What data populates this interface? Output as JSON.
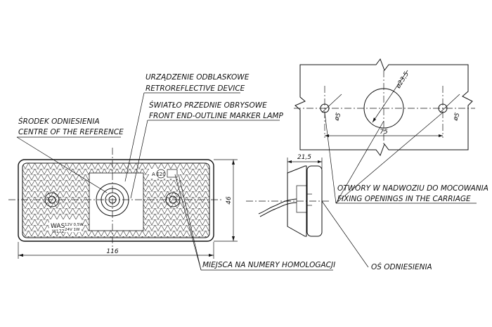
{
  "labels": {
    "retro_pl": "URZĄDZENIE ODBLASKOWE",
    "retro_en": "RETROREFLECTIVE DEVICE",
    "front_pl": "ŚWIATŁO PRZEDNIE OBRYSOWE",
    "front_en": "FRONT END-OUTLINE MARKER LAMP",
    "centre_pl": "ŚRODEK ODNIESIENIA",
    "centre_en": "CENTRE OF THE REFERENCE",
    "fixing_pl": "OTWORY W NADWOZIU DO MOCOWANIA",
    "fixing_en": "FIXING OPENINGS IN THE CARRIAGE",
    "homolog": "MIEJSCA NA NUMERY HOMOLOGACJI",
    "axis": "OŚ ODNIESIENIA"
  },
  "dimensions": {
    "width": "116",
    "height": "46",
    "depth": "21,5",
    "hole_spacing": "75",
    "center_dia": "ø23,5",
    "hole_left": "ø5",
    "hole_right": "ø5"
  },
  "markings": {
    "brand": "WAS",
    "model": "W17Z",
    "spec1": "12V 0,5W",
    "spec2": "24V 1W",
    "emark": "E20",
    "emark_letter": "A"
  }
}
